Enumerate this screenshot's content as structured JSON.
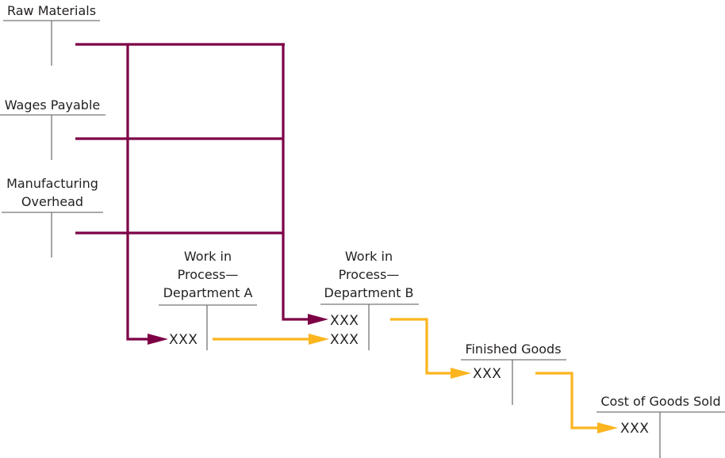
{
  "diagram": {
    "title": "Process costing flow of costs",
    "colors": {
      "input_flow": "#7d0046",
      "transfer_flow": "#fbb51f",
      "t_account_line": "#777777",
      "text": "#231f20"
    },
    "accounts": {
      "raw_materials": {
        "title_lines": [
          "Raw Materials"
        ]
      },
      "wages_payable": {
        "title_lines": [
          "Wages Payable"
        ]
      },
      "manufacturing_overhead": {
        "title_lines": [
          "Manufacturing",
          "Overhead"
        ]
      },
      "wip_dept_a": {
        "title_lines": [
          "Work in",
          "Process—",
          "Department A"
        ],
        "debits": [
          "XXX"
        ]
      },
      "wip_dept_b": {
        "title_lines": [
          "Work in",
          "Process—",
          "Department B"
        ],
        "debits": [
          "XXX",
          "XXX"
        ]
      },
      "finished_goods": {
        "title_lines": [
          "Finished Goods"
        ],
        "debits": [
          "XXX"
        ]
      },
      "cost_of_goods_sold": {
        "title_lines": [
          "Cost of Goods Sold"
        ],
        "debits": [
          "XXX"
        ]
      }
    },
    "flows": [
      {
        "from": [
          "Raw Materials",
          "Wages Payable",
          "Manufacturing Overhead"
        ],
        "to": "Work in Process—Department A",
        "color": "input_flow"
      },
      {
        "from": [
          "Raw Materials",
          "Wages Payable",
          "Manufacturing Overhead"
        ],
        "to": "Work in Process—Department B",
        "color": "input_flow"
      },
      {
        "from": "Work in Process—Department A",
        "to": "Work in Process—Department B",
        "color": "transfer_flow"
      },
      {
        "from": "Work in Process—Department B",
        "to": "Finished Goods",
        "color": "transfer_flow"
      },
      {
        "from": "Finished Goods",
        "to": "Cost of Goods Sold",
        "color": "transfer_flow"
      }
    ]
  }
}
